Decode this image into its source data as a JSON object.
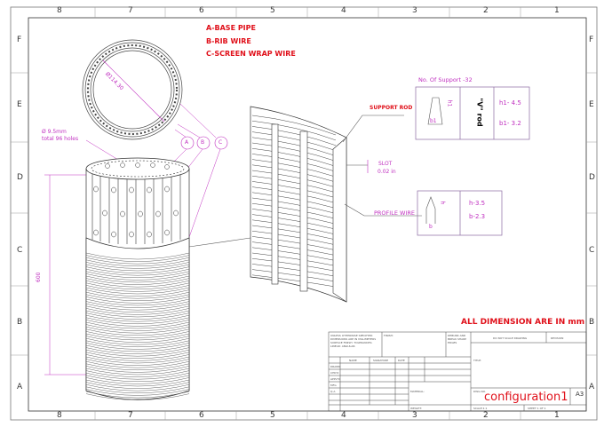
{
  "zones": {
    "columns": [
      "8",
      "7",
      "6",
      "5",
      "4",
      "3",
      "2",
      "1"
    ],
    "rows": [
      "F",
      "E",
      "D",
      "C",
      "B",
      "A"
    ]
  },
  "legend": {
    "a": "A-BASE PIPE",
    "b": "B-RIB WIRE",
    "c": "C-SCREEN WRAP WIRE"
  },
  "callouts": {
    "diameter": "Ø114.30",
    "holes_line1": "Ø 9.5mm",
    "holes_line2": "total 96 holes",
    "length": "600",
    "balloon_a": "A",
    "balloon_b": "B",
    "balloon_c": "C",
    "support_rod": "SUPPORT ROD",
    "slot_line1": "SLOT",
    "slot_line2": "0.02 in",
    "profile_wire": "PROFILE WIRE"
  },
  "support_table": {
    "title": "No. Of Support -32",
    "h_label": "h1",
    "b_label": "b1",
    "name": "\"V\" rod",
    "h_value": "h1- 4.5",
    "b_value": "b1- 3.2"
  },
  "profile_table": {
    "h_label": "h",
    "b_label": "b",
    "h_value": "h-3.5",
    "b_value": "b-2.3"
  },
  "note": "ALL DIMENSION ARE IN mm",
  "title_block": {
    "unless": "UNLESS OTHERWISE SPECIFIED: DIMENSIONS ARE IN MILLIMETERS SURFACE FINISH: TOLERANCES: LINEAR: ANGULAR:",
    "finish": "FINISH:",
    "deburr": "DEBURR AND BREAK SHARP EDGES",
    "do_not_scale": "DO NOT SCALE DRAWING",
    "revision": "REVISION",
    "name": "NAME",
    "signature": "SIGNATURE",
    "date": "DATE",
    "rows": [
      "DRAWN",
      "CHK'D",
      "APPV'D",
      "MFG",
      "Q.A"
    ],
    "material": "MATERIAL:",
    "weight": "WEIGHT:",
    "title": "TITLE:",
    "dwg_no": "DWG NO.",
    "drawing_name": "configuration1",
    "size": "A3",
    "scale": "SCALE:1:1",
    "sheet": "SHEET 1 OF 1"
  }
}
